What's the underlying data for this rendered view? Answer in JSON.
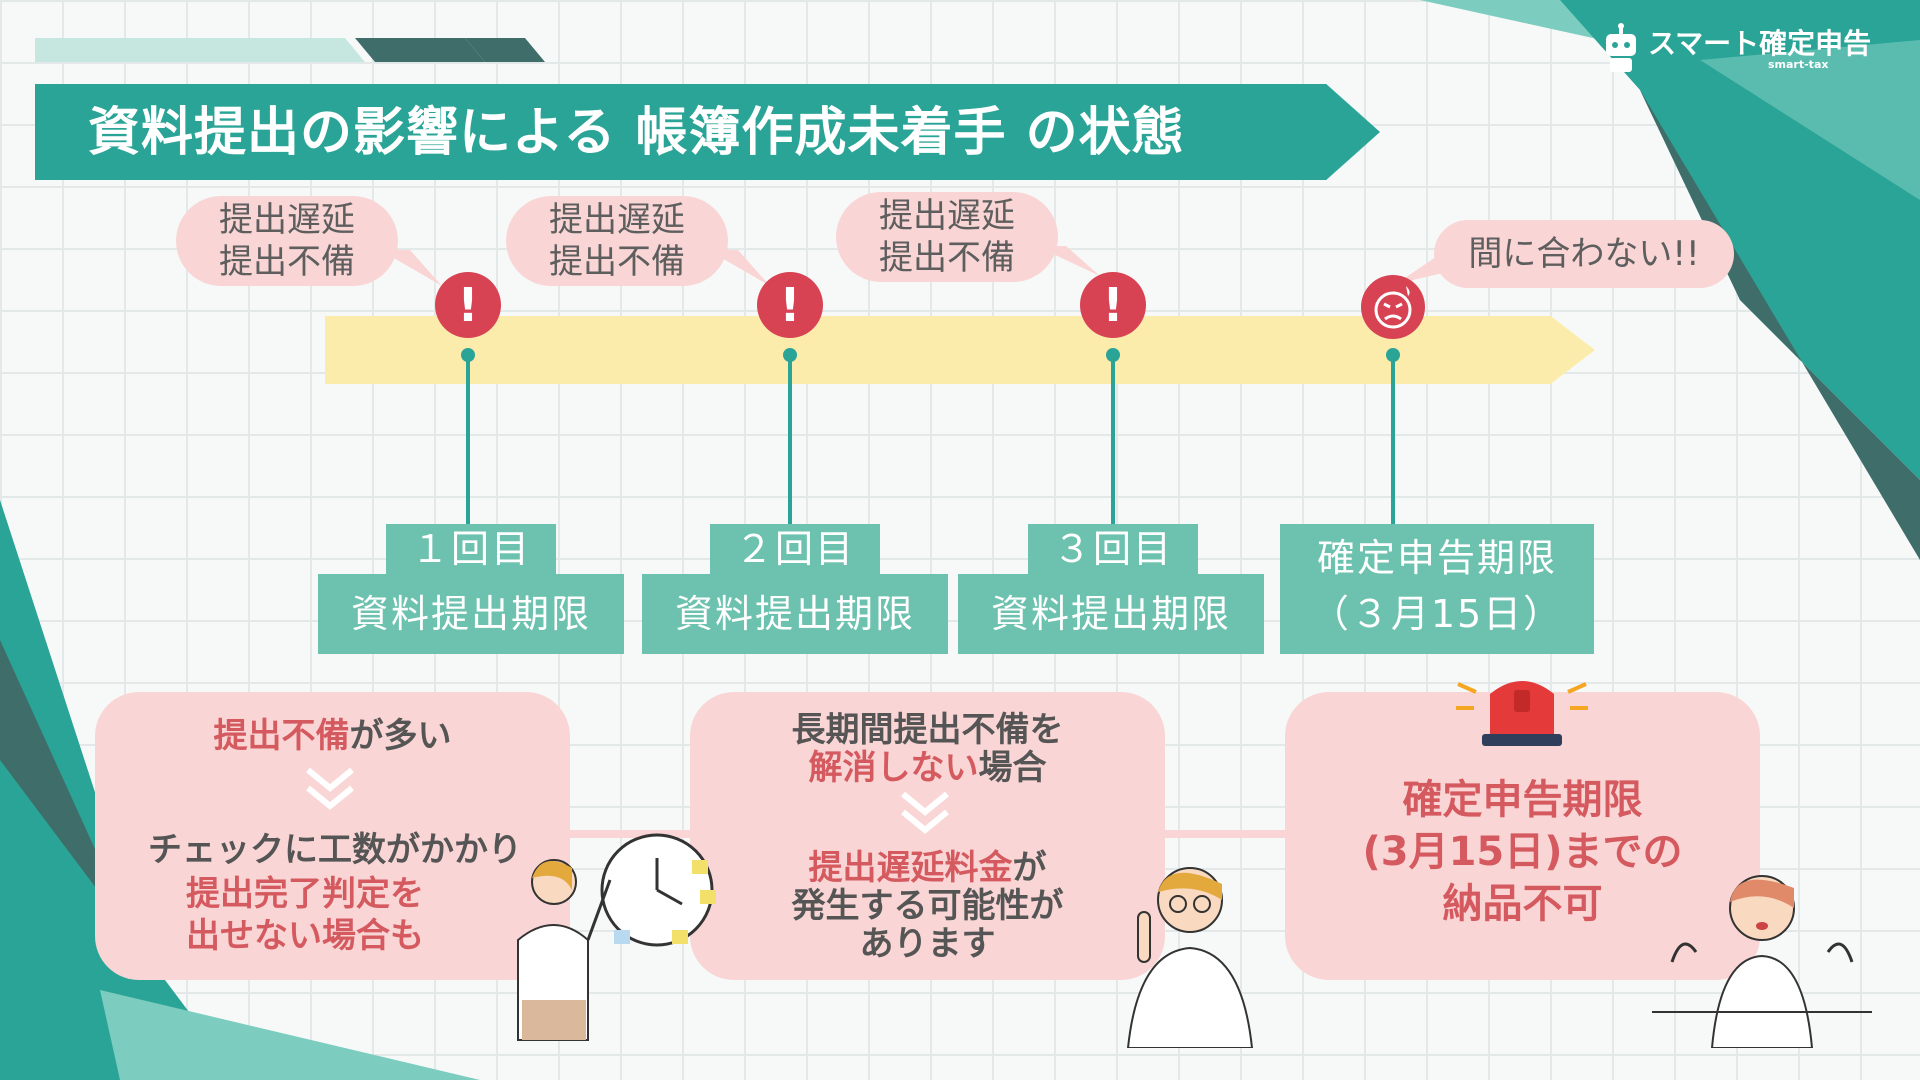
{
  "title": "資料提出の影響による 帳簿作成未着手 の状態",
  "logo": {
    "name": "スマート確定申告",
    "sub": "smart-tax"
  },
  "colors": {
    "teal": "#2aa496",
    "mint": "#6cc2ae",
    "pink": "#f9d6d5",
    "red": "#d84354",
    "yellow": "#fcecac",
    "dark_teal": "#3f6e6a"
  },
  "milestones": [
    {
      "bubble_line1": "提出遅延",
      "bubble_line2": "提出不備",
      "icon": "exclamation-icon",
      "tab_line1": "１回目",
      "tab_line2": "資料提出期限"
    },
    {
      "bubble_line1": "提出遅延",
      "bubble_line2": "提出不備",
      "icon": "exclamation-icon",
      "tab_line1": "２回目",
      "tab_line2": "資料提出期限"
    },
    {
      "bubble_line1": "提出遅延",
      "bubble_line2": "提出不備",
      "icon": "exclamation-icon",
      "tab_line1": "３回目",
      "tab_line2": "資料提出期限"
    },
    {
      "bubble_line1": "間に合わない!!",
      "icon": "sad-face-icon",
      "tab_line1": "確定申告期限",
      "tab_line2": "（３月15日）"
    }
  ],
  "boxes": [
    {
      "l1_red": "提出不備",
      "l1_gray": "が多い",
      "l2": "チェックに工数がかかり",
      "l3": "提出完了判定を",
      "l4": "出せない場合も"
    },
    {
      "l1": "長期間提出不備を",
      "l2_red": "解消しない",
      "l2_gray": "場合",
      "l3_red": "提出遅延料金",
      "l3_gray": "が",
      "l4": "発生する可能性が",
      "l5": "あります"
    },
    {
      "l1": "確定申告期限",
      "l2": "(3月15日)までの",
      "l3": "納品不可"
    }
  ]
}
